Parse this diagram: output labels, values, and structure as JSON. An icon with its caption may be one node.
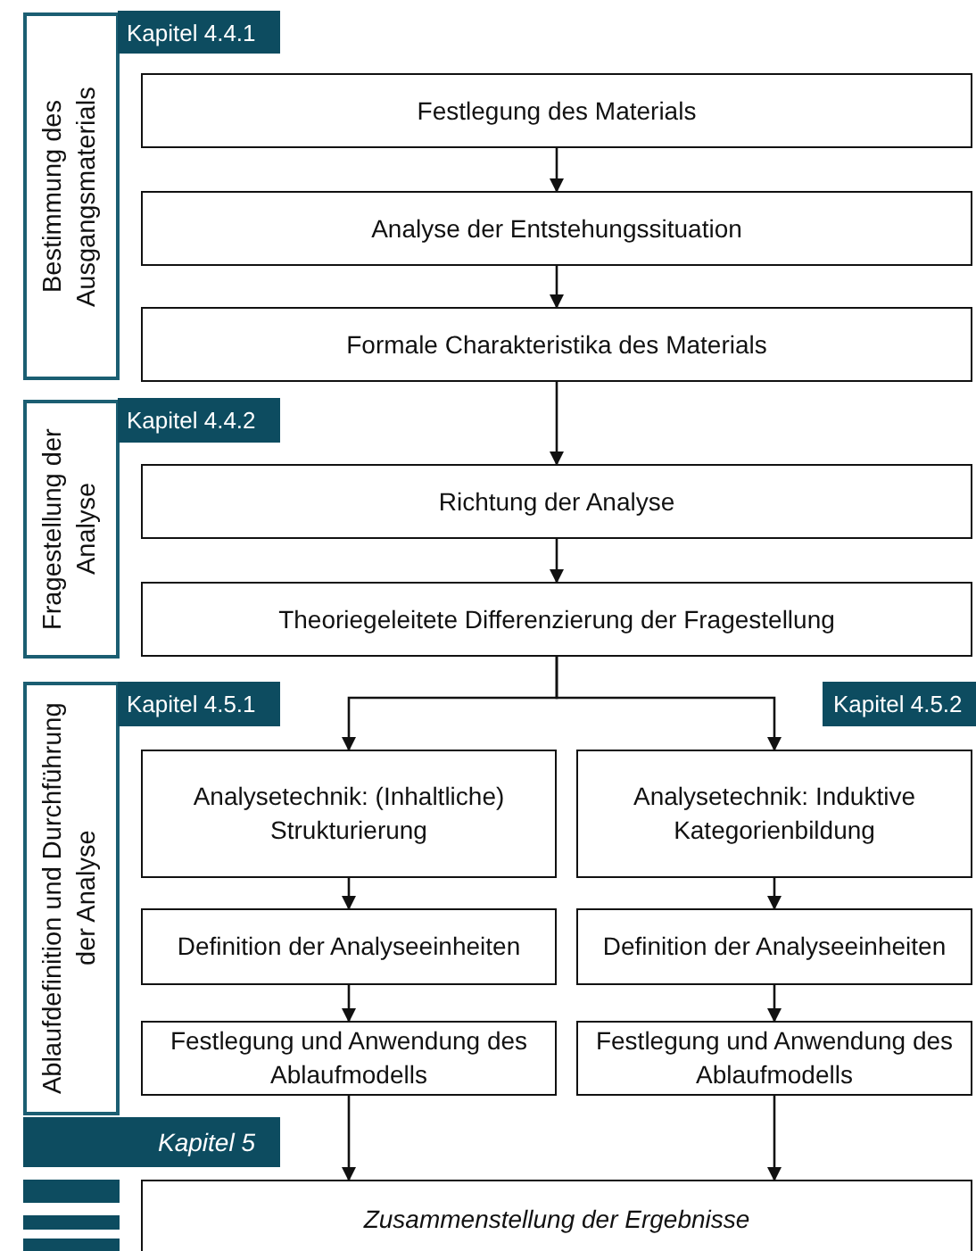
{
  "diagram": {
    "nodes": [
      {
        "text": [
          "Bestimmung des Ausgangsmaterials"
        ]
      },
      {
        "text": [
          "Kapitel 4.4.1"
        ]
      },
      {
        "text": [
          "Festlegung des Materials"
        ]
      },
      {
        "text": [
          "Analyse der Entstehungssituation"
        ]
      },
      {
        "text": [
          "Formale Charakteristika des Materials"
        ]
      },
      {
        "text": [
          "Fragestellung der Analyse"
        ]
      },
      {
        "text": [
          "Kapitel 4.4.2"
        ]
      },
      {
        "text": [
          "Richtung der Analyse"
        ]
      },
      {
        "text": [
          "Theoriegeleitete Differenzierung der Fragestellung"
        ]
      },
      {
        "text": [
          "Ablaufdefinition und Durchführung der Analyse"
        ]
      },
      {
        "text": [
          "Kapitel 4.5.1"
        ]
      },
      {
        "text": [
          "Kapitel 4.5.2"
        ]
      },
      {
        "text": [
          "Analysetechnik: (Inhaltliche) Strukturierung"
        ]
      },
      {
        "text": [
          "Analysetechnik: Induktive Kategorienbildung"
        ]
      },
      {
        "text": [
          "Definition der Analyseeinheiten"
        ]
      },
      {
        "text": [
          "Definition der Analyseeinheiten"
        ]
      },
      {
        "text": [
          "Festlegung und Anwendung des Ablaufmodells"
        ]
      },
      {
        "text": [
          "Festlegung und Anwendung des Ablaufmodells"
        ]
      },
      {
        "text": [
          "Kapitel 5"
        ]
      },
      {
        "text": [
          "Zusammenstellung der Ergebnisse"
        ]
      }
    ],
    "edges": [
      {
        "from": 2,
        "to": 3,
        "arrow": "to"
      },
      {
        "from": 3,
        "to": 4,
        "arrow": "to"
      },
      {
        "from": 4,
        "to": 7,
        "arrow": "to"
      },
      {
        "from": 7,
        "to": 8,
        "arrow": "to"
      },
      {
        "from": 8,
        "to": 12,
        "arrow": "to"
      },
      {
        "from": 8,
        "to": 13,
        "arrow": "to"
      },
      {
        "from": 12,
        "to": 14,
        "arrow": "to"
      },
      {
        "from": 14,
        "to": 16,
        "arrow": "to"
      },
      {
        "from": 13,
        "to": 15,
        "arrow": "to"
      },
      {
        "from": 15,
        "to": 17,
        "arrow": "to"
      },
      {
        "from": 16,
        "to": 19,
        "arrow": "to"
      },
      {
        "from": 17,
        "to": 19,
        "arrow": "to"
      }
    ]
  }
}
